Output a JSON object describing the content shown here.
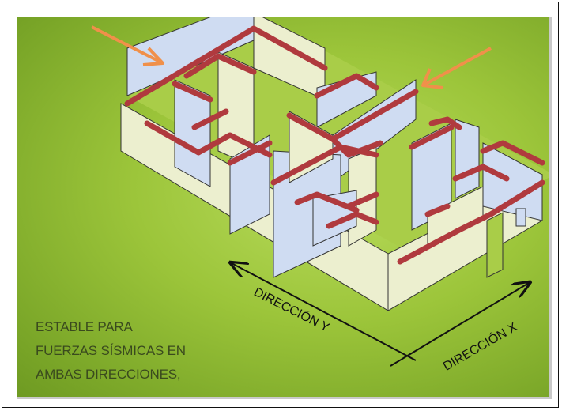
{
  "labels": {
    "direccion_y": "DIRECCIÓN Y",
    "direccion_x": "DIRECCIÓN X"
  },
  "caption": {
    "line1": "ESTABLE PARA",
    "line2": "FUERZAS SÍSMICAS EN",
    "line3": "AMBAS DIRECCIONES,"
  },
  "colors": {
    "background": "#9cc53a",
    "wall_front": "#ecefcf",
    "wall_inner": "#cfdcf2",
    "wall_top": "#b03a3e",
    "force_arrow": "#f0904a"
  }
}
